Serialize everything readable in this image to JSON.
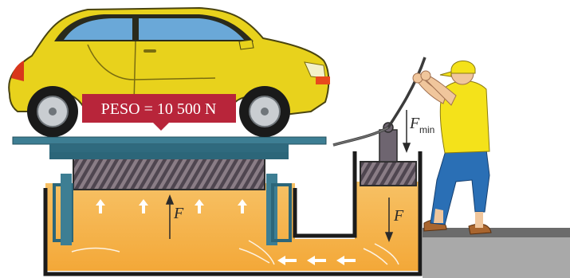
{
  "weight_label": "PESO = 10 500 N",
  "force_piston_label": "F",
  "force_pump_label": "F",
  "force_handle_label": "F",
  "force_handle_subscript": "min",
  "colors": {
    "car_body": "#e8d21c",
    "fluid": "#f5b24a",
    "weight_banner": "#b8253a",
    "platform": "#3d7e93",
    "shirt": "#f4e21a",
    "jeans": "#2a6fb5"
  }
}
